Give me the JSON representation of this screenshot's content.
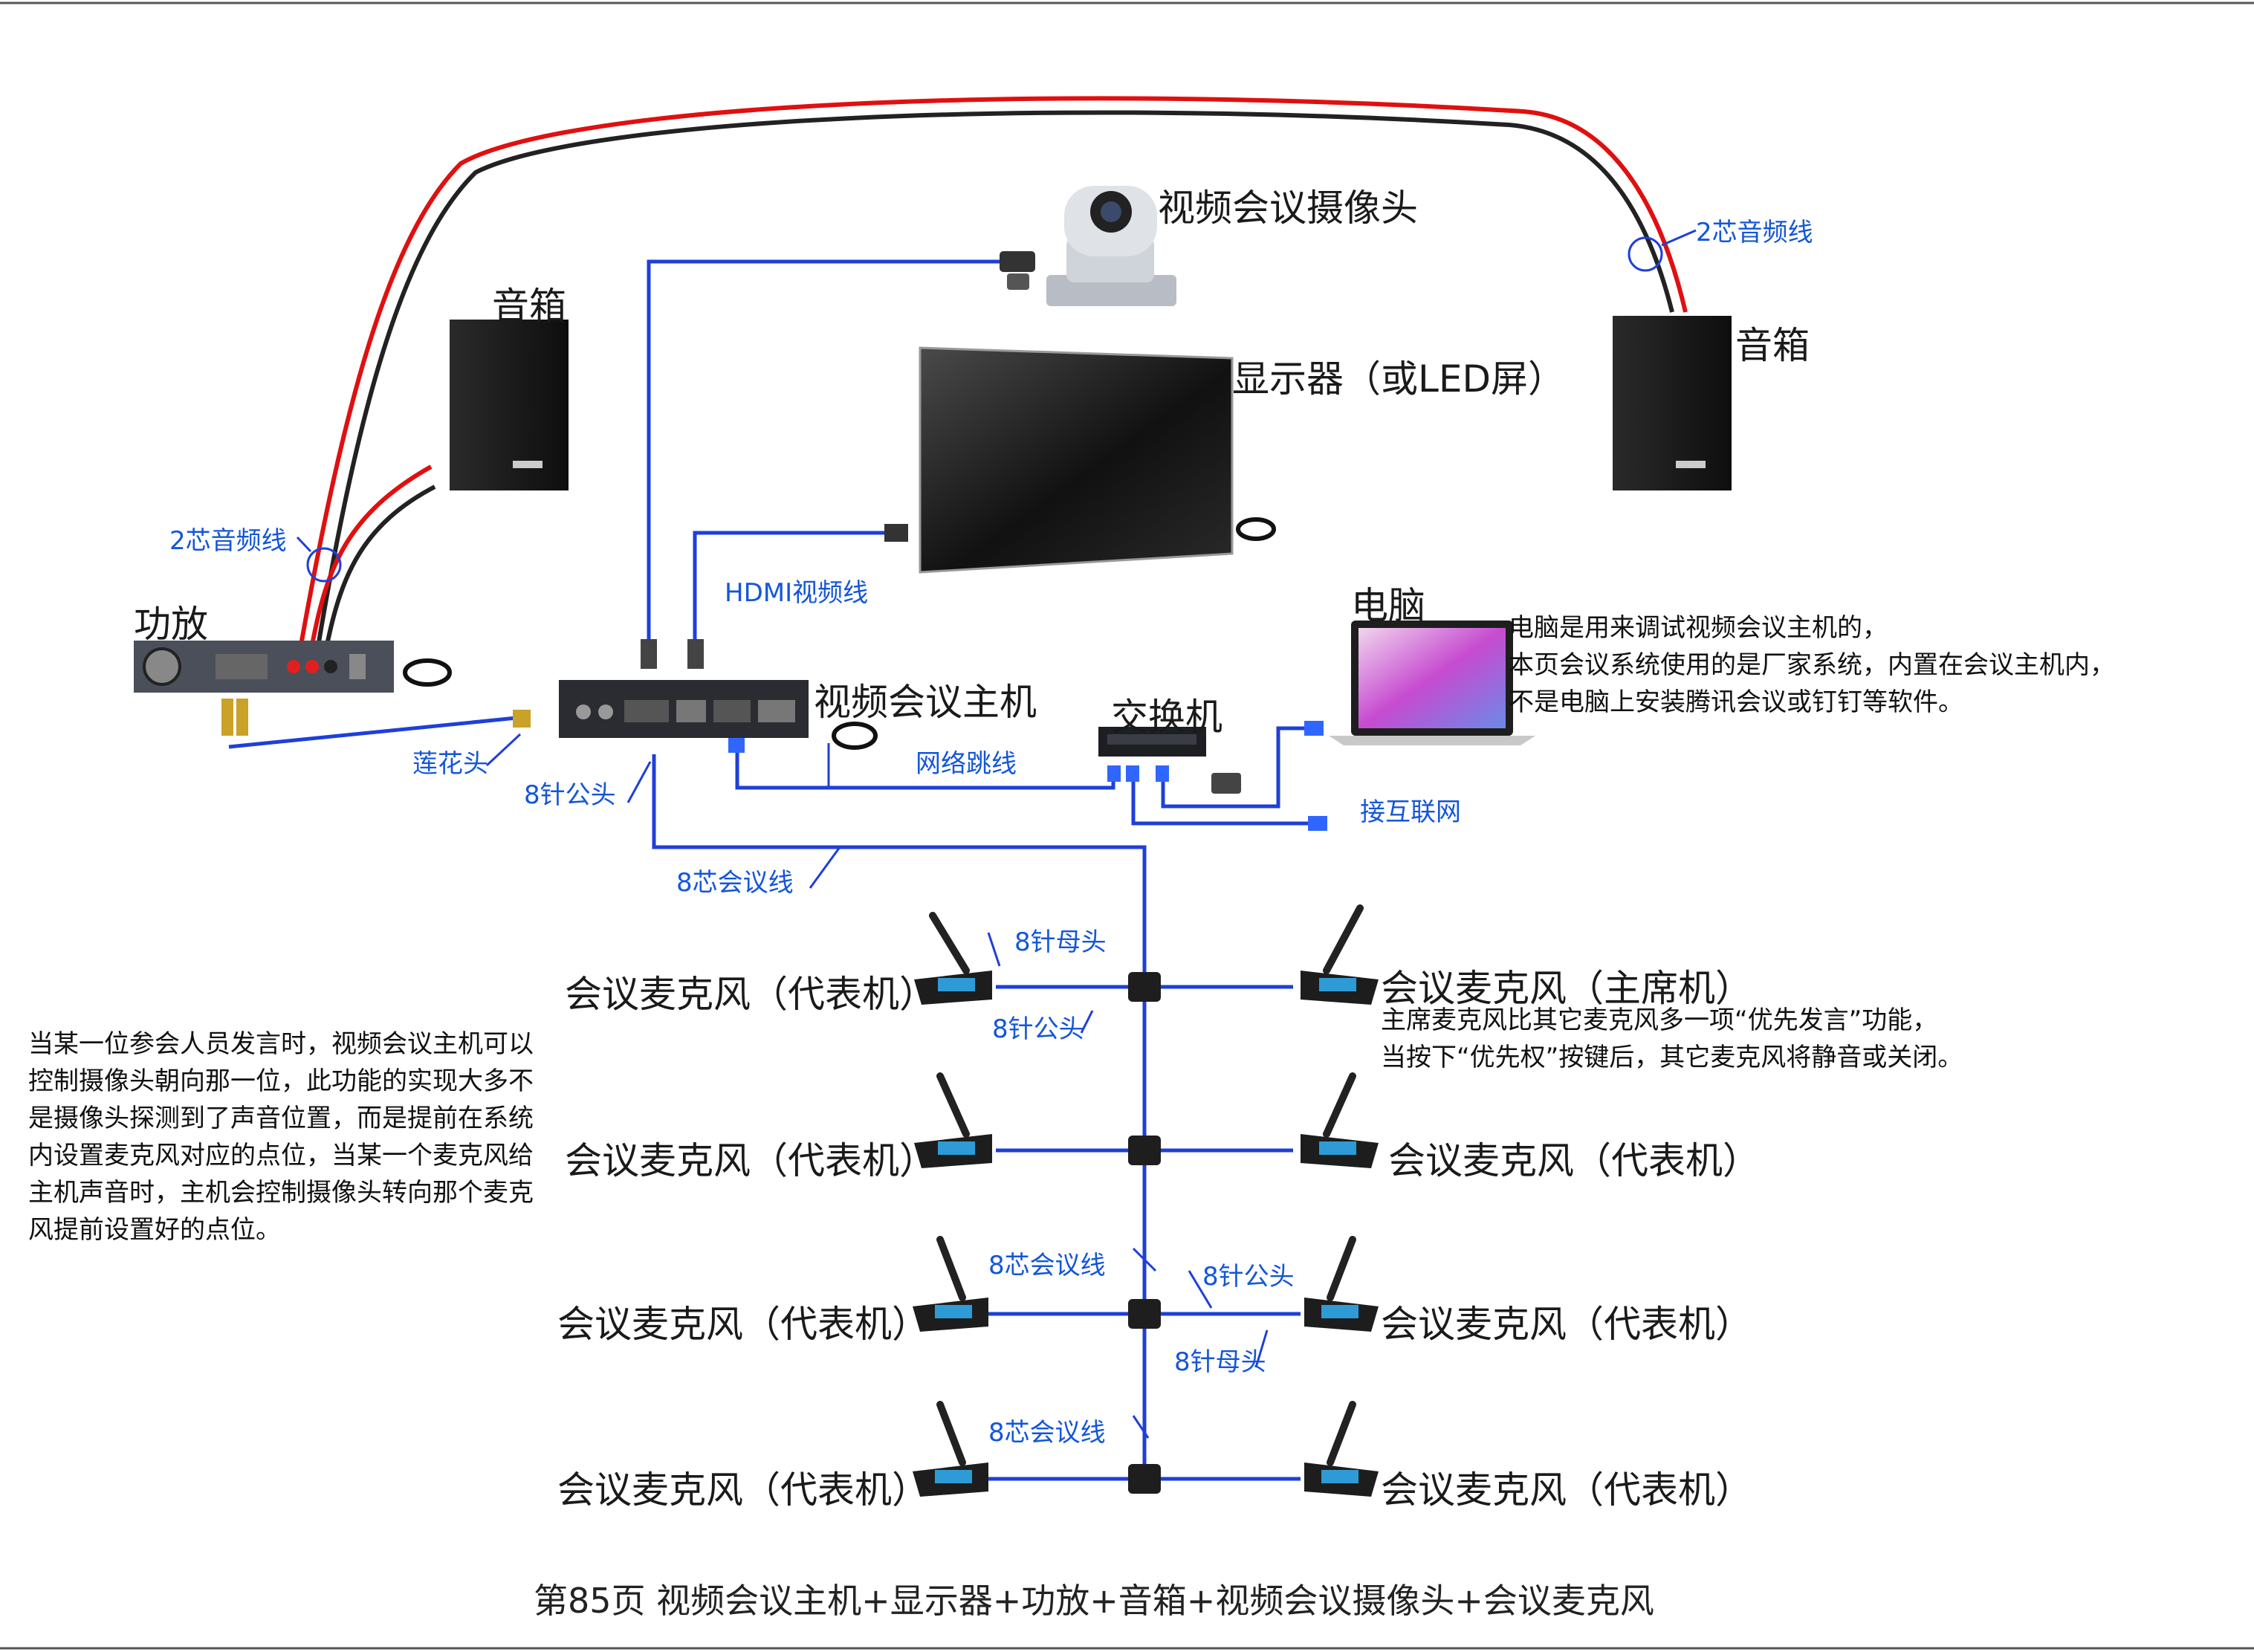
{
  "devices": {
    "speaker_left": "音箱",
    "speaker_right": "音箱",
    "camera": "视频会议摄像头",
    "display": "显示器（或LED屏）",
    "amplifier": "功放",
    "host": "视频会议主机",
    "switch": "交换机",
    "computer": "电脑"
  },
  "cables": {
    "audio_left": "2芯音频线",
    "audio_right": "2芯音频线",
    "hdmi": "HDMI视频线",
    "rca": "莲花头",
    "pin8_male_host": "8针公头",
    "lan_patch": "网络跳线",
    "internet": "接互联网",
    "conf_cable_main": "8芯会议线",
    "pin8_female_1": "8针母头",
    "pin8_male_1": "8针公头",
    "conf_cable_3": "8芯会议线",
    "pin8_male_3": "8针公头",
    "pin8_female_3": "8针母头",
    "conf_cable_4": "8芯会议线"
  },
  "mics": {
    "r1_left": "会议麦克风（代表机）",
    "r1_right": "会议麦克风（主席机）",
    "r2_left": "会议麦克风（代表机）",
    "r2_right": "会议麦克风（代表机）",
    "r3_left": "会议麦克风（代表机）",
    "r3_right": "会议麦克风（代表机）",
    "r4_left": "会议麦克风（代表机）",
    "r4_right": "会议麦克风（代表机）"
  },
  "notes": {
    "computer": "电脑是用来调试视频会议主机的，\n本页会议系统使用的是厂家系统，内置在会议主机内，\n不是电脑上安装腾讯会议或钉钉等软件。",
    "chairman": "主席麦克风比其它麦克风多一项“优先发言”功能，\n当按下“优先权”按键后，其它麦克风将静音或关闭。",
    "camera_tracking": "当某一位参会人员发言时，视频会议主机可以控制摄像头朝向那一位，此功能的实现大多不是摄像头探测到了声音位置，而是提前在系统内设置麦克风对应的点位，当某一个麦克风给主机声音时，主机会控制摄像头转向那个麦克风提前设置好的点位。"
  },
  "footer": "第85页  视频会议主机+显示器+功放+音箱+视频会议摄像头+会议麦克风",
  "colors": {
    "cable_blue": "#1f3fd8",
    "label_blue": "#1456d8",
    "audio_red": "#e01010",
    "audio_black": "#222222"
  }
}
